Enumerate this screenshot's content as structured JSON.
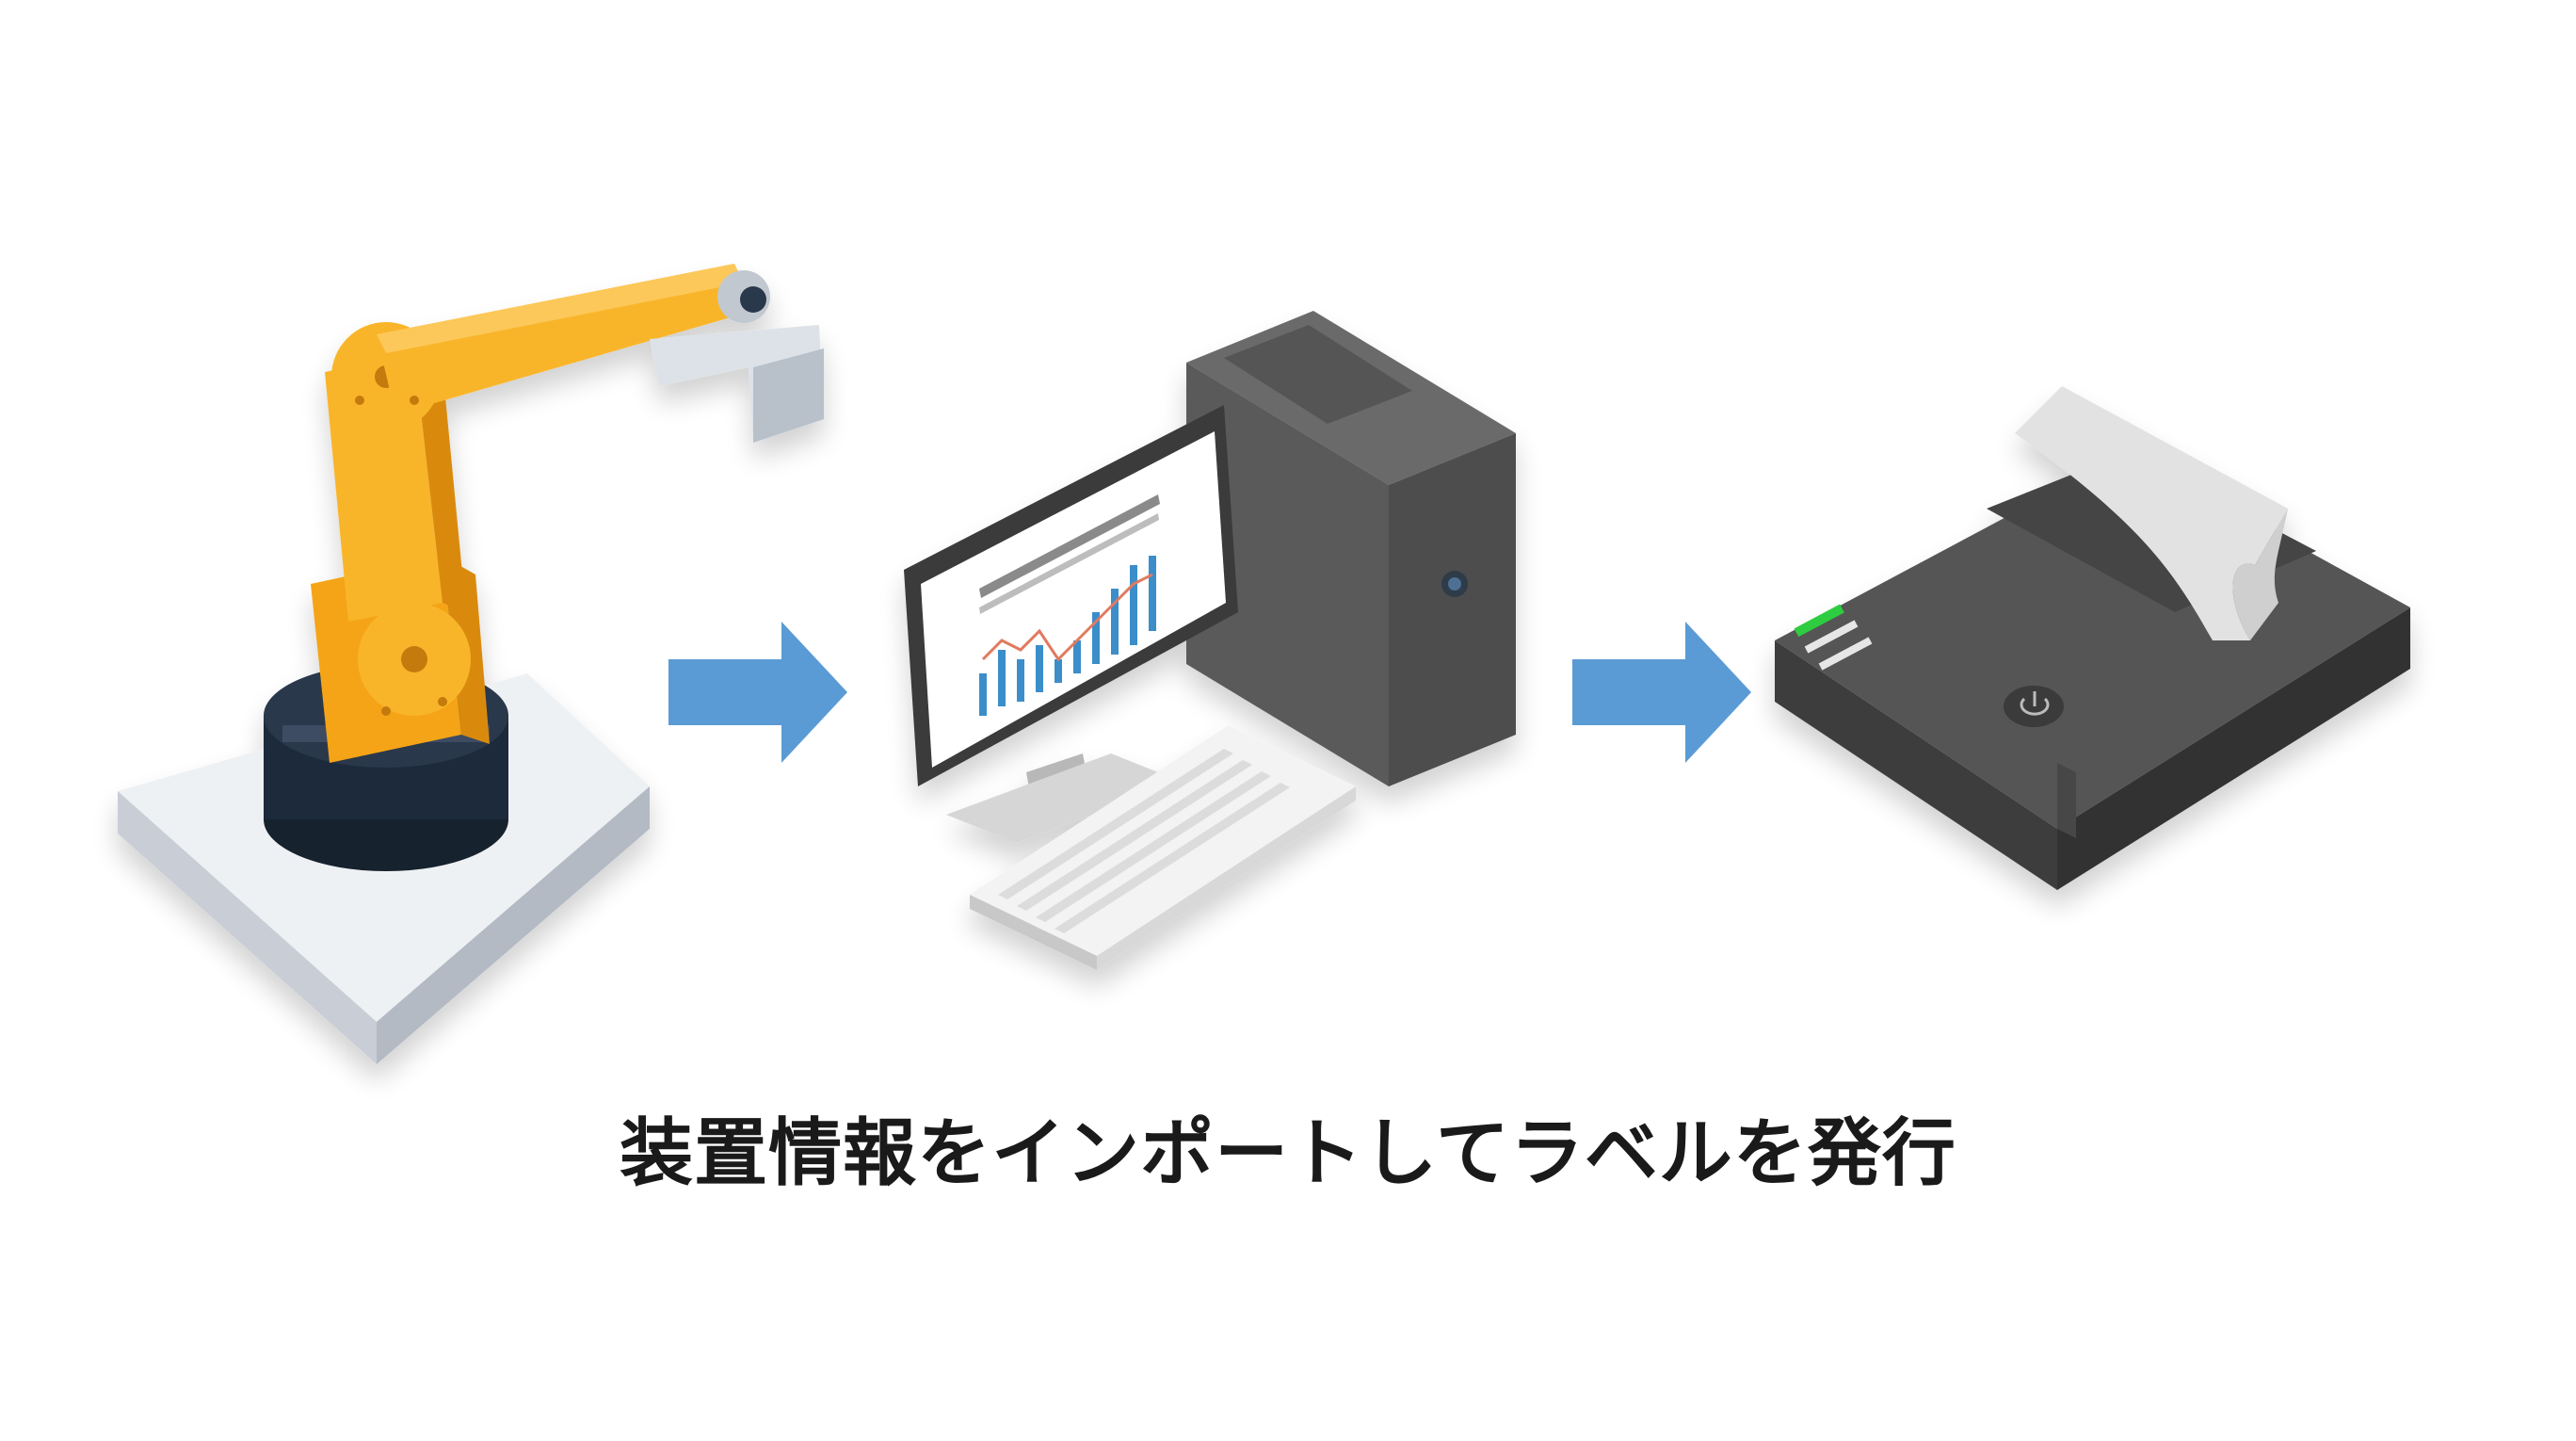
{
  "caption": "装置情報をインポートしてラベルを発行",
  "colors": {
    "arrow": "#5b9bd5",
    "robot_yellow": "#f9b52a",
    "robot_base_dark": "#1f2a3a",
    "platform": "#dfe3e8",
    "device_dark": "#4d4d4d",
    "paper": "#e2e2e2",
    "led_green": "#2ecc40"
  },
  "nodes": [
    {
      "id": "robot",
      "icon": "industrial-robot-arm-icon"
    },
    {
      "id": "computer",
      "icon": "desktop-computer-icon"
    },
    {
      "id": "printer",
      "icon": "label-printer-icon"
    }
  ],
  "edges": [
    {
      "from": "robot",
      "to": "computer"
    },
    {
      "from": "computer",
      "to": "printer"
    }
  ]
}
